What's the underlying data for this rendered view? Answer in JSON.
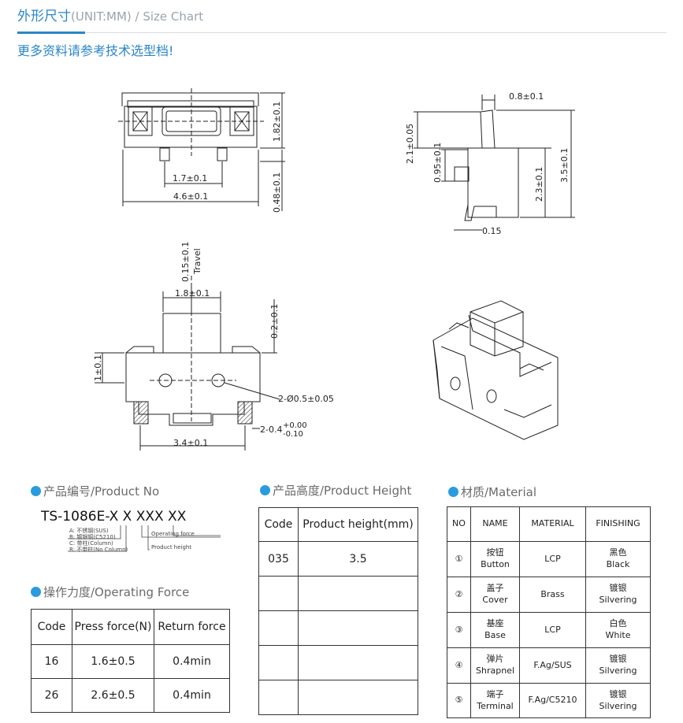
{
  "header": {
    "title_cn": "外形尺寸",
    "title_rest": "(UNIT:MM) / Size Chart",
    "subtitle": "更多资料请参考技术选型档!"
  },
  "drawing": {
    "front": {
      "dim_w_inner": "1.7±0.1",
      "dim_w_outer": "4.6±0.1",
      "dim_h_body": "1.82±0.1",
      "dim_h_leg": "0.48±0.1"
    },
    "side": {
      "dim_top": "0.8±0.1",
      "dim_button": "2.1±0.05",
      "dim_knob": "0.95±0.1",
      "dim_body": "2.3±0.1",
      "dim_total": "3.5±0.1",
      "dim_sheet": "0.15"
    },
    "top": {
      "dim_travel": "0.15±0.1",
      "travel_label": "Travel",
      "dim_button_w": "1.8±0.1",
      "dim_side": "0.2±0.1",
      "dim_left": "1±0.1",
      "dim_holes": "2-Ø0.5±0.05",
      "dim_pad": "2-0.4",
      "tol_plus": "+0.00",
      "tol_minus": "-0.10",
      "dim_pitch": "3.4±0.1"
    }
  },
  "product_no": {
    "heading": "产品编号/Product No",
    "code": "TS-1086E-X X XXX XX",
    "a_line": "A: 不锈钢(SUS)",
    "b_line": "B: 镀银铜(C5210)",
    "c_line": "C: 带柱(Column)",
    "r_line": "R: 不带柱(No Column)",
    "op_label": "Operating force",
    "height_label": "Product height"
  },
  "operating_force": {
    "heading": "操作力度/Operating Force",
    "headers": [
      "Code",
      "Press force(N)",
      "Return force"
    ],
    "rows": [
      [
        "16",
        "1.6±0.5",
        "0.4min"
      ],
      [
        "26",
        "2.6±0.5",
        "0.4min"
      ]
    ]
  },
  "product_height": {
    "heading": "产品高度/Product Height",
    "headers": [
      "Code",
      "Product height(mm)"
    ],
    "rows": [
      [
        "035",
        "3.5"
      ],
      [
        "",
        ""
      ],
      [
        "",
        ""
      ],
      [
        "",
        ""
      ],
      [
        "",
        ""
      ]
    ]
  },
  "material": {
    "heading": "材质/Material",
    "headers": [
      "NO",
      "NAME",
      "MATERIAL",
      "FINISHING"
    ],
    "rows": [
      {
        "no": "①",
        "name_cn": "按钮",
        "name_en": "Button",
        "material": "LCP",
        "fin_cn": "黑色",
        "fin_en": "Black"
      },
      {
        "no": "②",
        "name_cn": "盖子",
        "name_en": "Cover",
        "material": "Brass",
        "fin_cn": "镀银",
        "fin_en": "Silvering"
      },
      {
        "no": "③",
        "name_cn": "基座",
        "name_en": "Base",
        "material": "LCP",
        "fin_cn": "白色",
        "fin_en": "White"
      },
      {
        "no": "④",
        "name_cn": "弹片",
        "name_en": "Shrapnel",
        "material": "F.Ag/SUS",
        "fin_cn": "镀银",
        "fin_en": "Silvering"
      },
      {
        "no": "⑤",
        "name_cn": "端子",
        "name_en": "Terminal",
        "material": "F.Ag/C5210",
        "fin_cn": "镀银",
        "fin_en": "Silvering"
      }
    ]
  },
  "colors": {
    "accent": "#2a86c9",
    "bullet": "#2a9be0"
  }
}
